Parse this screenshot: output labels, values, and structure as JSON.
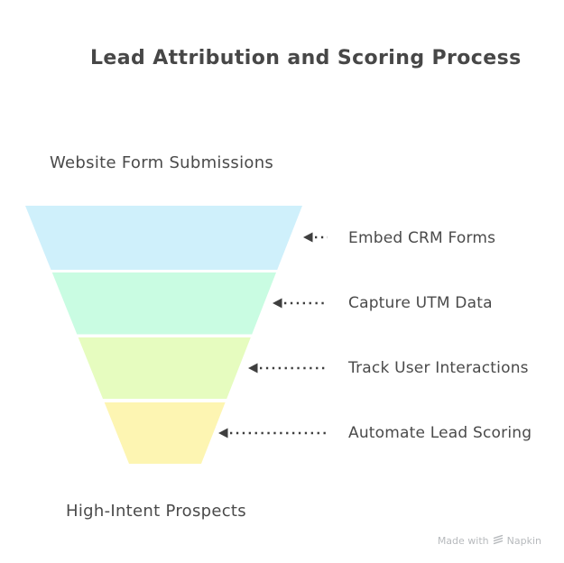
{
  "title": "Lead Attribution and Scoring Process",
  "funnel": {
    "top_label": "Website Form Submissions",
    "bottom_label": "High-Intent Prospects",
    "stages": [
      {
        "label": "Embed CRM Forms",
        "color": "#cff0fb"
      },
      {
        "label": "Capture UTM Data",
        "color": "#c9fce2"
      },
      {
        "label": "Track User Interactions",
        "color": "#e6fcbf"
      },
      {
        "label": "Automate Lead Scoring",
        "color": "#fdf5b2"
      }
    ]
  },
  "watermark": {
    "prefix": "Made with",
    "brand": "Napkin"
  },
  "colors": {
    "background": "#ffffff",
    "text": "#4a4a4a",
    "title": "#474747",
    "arrow": "#3e3e3e",
    "watermark": "#b7babd"
  }
}
